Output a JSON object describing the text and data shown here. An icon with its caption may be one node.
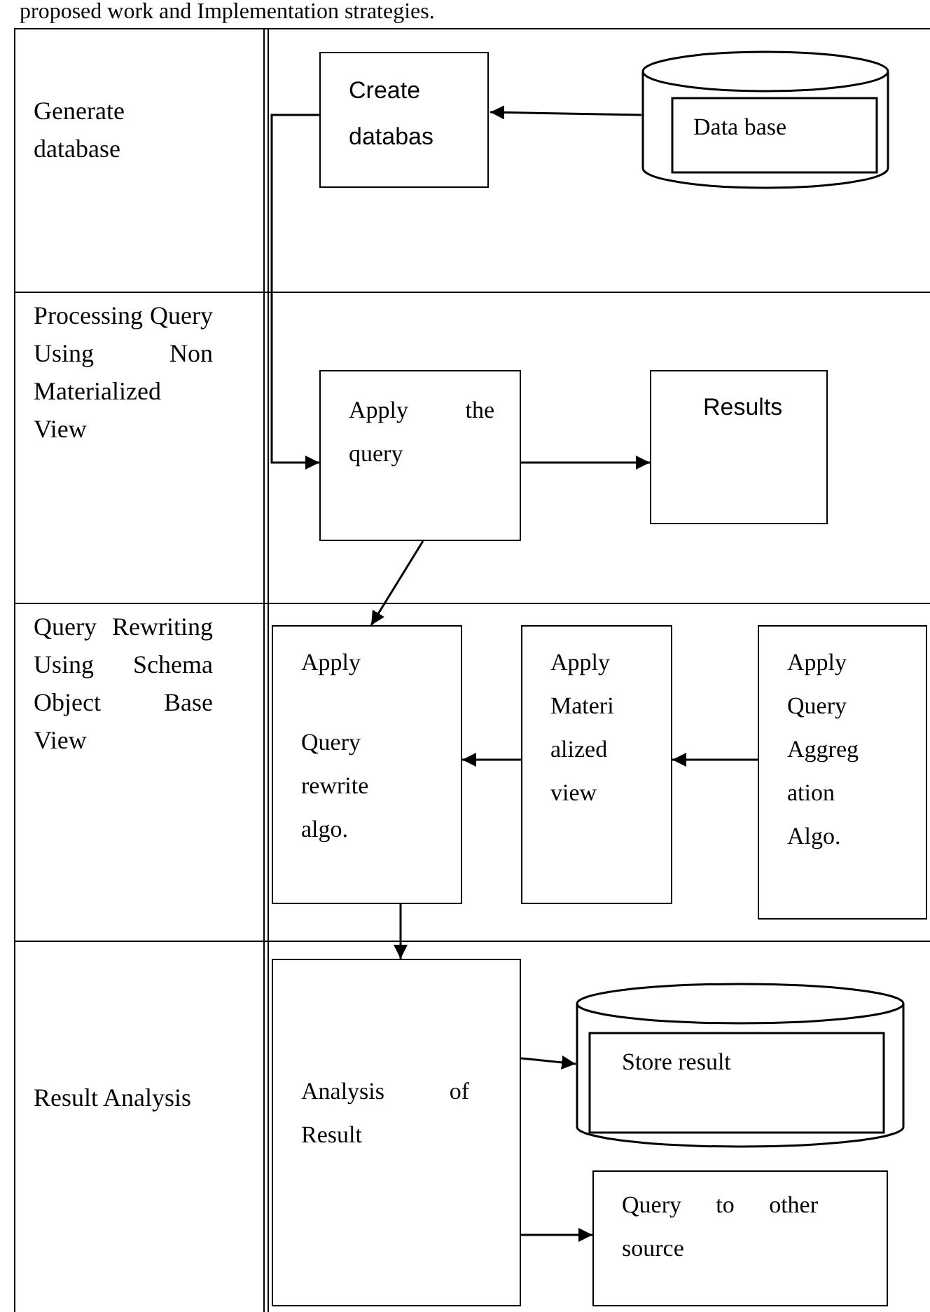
{
  "diagram": {
    "nodes": [
      {
        "text": [
          "Create databas"
        ]
      },
      {
        "text": [
          "Data base"
        ]
      },
      {
        "text": [
          "Apply the query"
        ]
      },
      {
        "text": [
          "Results"
        ]
      },
      {
        "text": [
          "Apply",
          "Query rewrite algo."
        ]
      },
      {
        "text": [
          "Apply Materi alized view"
        ]
      },
      {
        "text": [
          "Apply Query Aggreg ation Algo."
        ]
      },
      {
        "text": [
          "Analysis of Result"
        ]
      },
      {
        "text": [
          "Store result"
        ]
      },
      {
        "text": [
          "Query to other source"
        ]
      }
    ],
    "edges": [
      {
        "from": 1,
        "to": 0,
        "arrow": "to"
      },
      {
        "from": 0,
        "to": 2,
        "arrow": "to"
      },
      {
        "from": 2,
        "to": 3,
        "arrow": "to"
      },
      {
        "from": 2,
        "to": 4,
        "arrow": "to"
      },
      {
        "from": 5,
        "to": 4,
        "arrow": "to"
      },
      {
        "from": 6,
        "to": 5,
        "arrow": "to"
      },
      {
        "from": 4,
        "to": 7,
        "arrow": "to"
      },
      {
        "from": 7,
        "to": 8,
        "arrow": "to"
      },
      {
        "from": 7,
        "to": 9,
        "arrow": "to"
      }
    ],
    "labels": [
      "proposed work and Implementation strategies.",
      "Generate database",
      "Processing Query Using Non Materialized View",
      "Query Rewriting Using Schema Object Base View",
      "Result Analysis"
    ]
  }
}
